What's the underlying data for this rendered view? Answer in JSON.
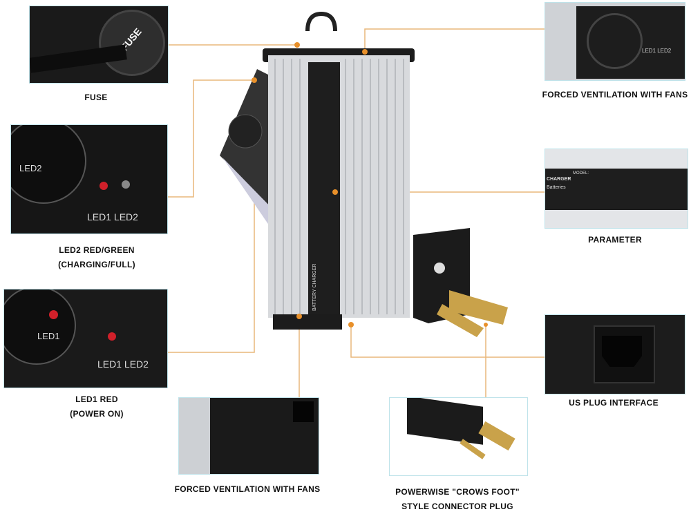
{
  "colors": {
    "leader_line": "#e8b77a",
    "frame": "#bfe3ea",
    "led_red": "#d0202a"
  },
  "callouts": {
    "fuse": {
      "label": "FUSE",
      "badge": "FUSE"
    },
    "led2": {
      "line1": "LED2 RED/GREEN",
      "line2": "(CHARGING/FULL)",
      "tags": [
        "LED1",
        "LED2"
      ],
      "tag_top": "LED2"
    },
    "led1": {
      "line1": "LED1 RED",
      "line2": "(POWER ON)",
      "tags": [
        "LED1",
        "LED2"
      ],
      "tag_top": "LED1"
    },
    "fans_top": {
      "label": "FORCED VENTILATION WITH FANS",
      "tags": "LED1 LED2"
    },
    "parameter": {
      "label": "PARAMETER",
      "header": "CHARGER",
      "sub": "Batteries",
      "model": "MODEL:"
    },
    "us_plug": {
      "label": "US PLUG INTERFACE"
    },
    "fans_bottom": {
      "label": "FORCED VENTILATION WITH FANS"
    },
    "connector": {
      "line1": "POWERWISE \"CROWS FOOT\"",
      "line2": "STYLE CONNECTOR PLUG"
    }
  },
  "product": {
    "side_label": "BATTERY CHARGER"
  }
}
